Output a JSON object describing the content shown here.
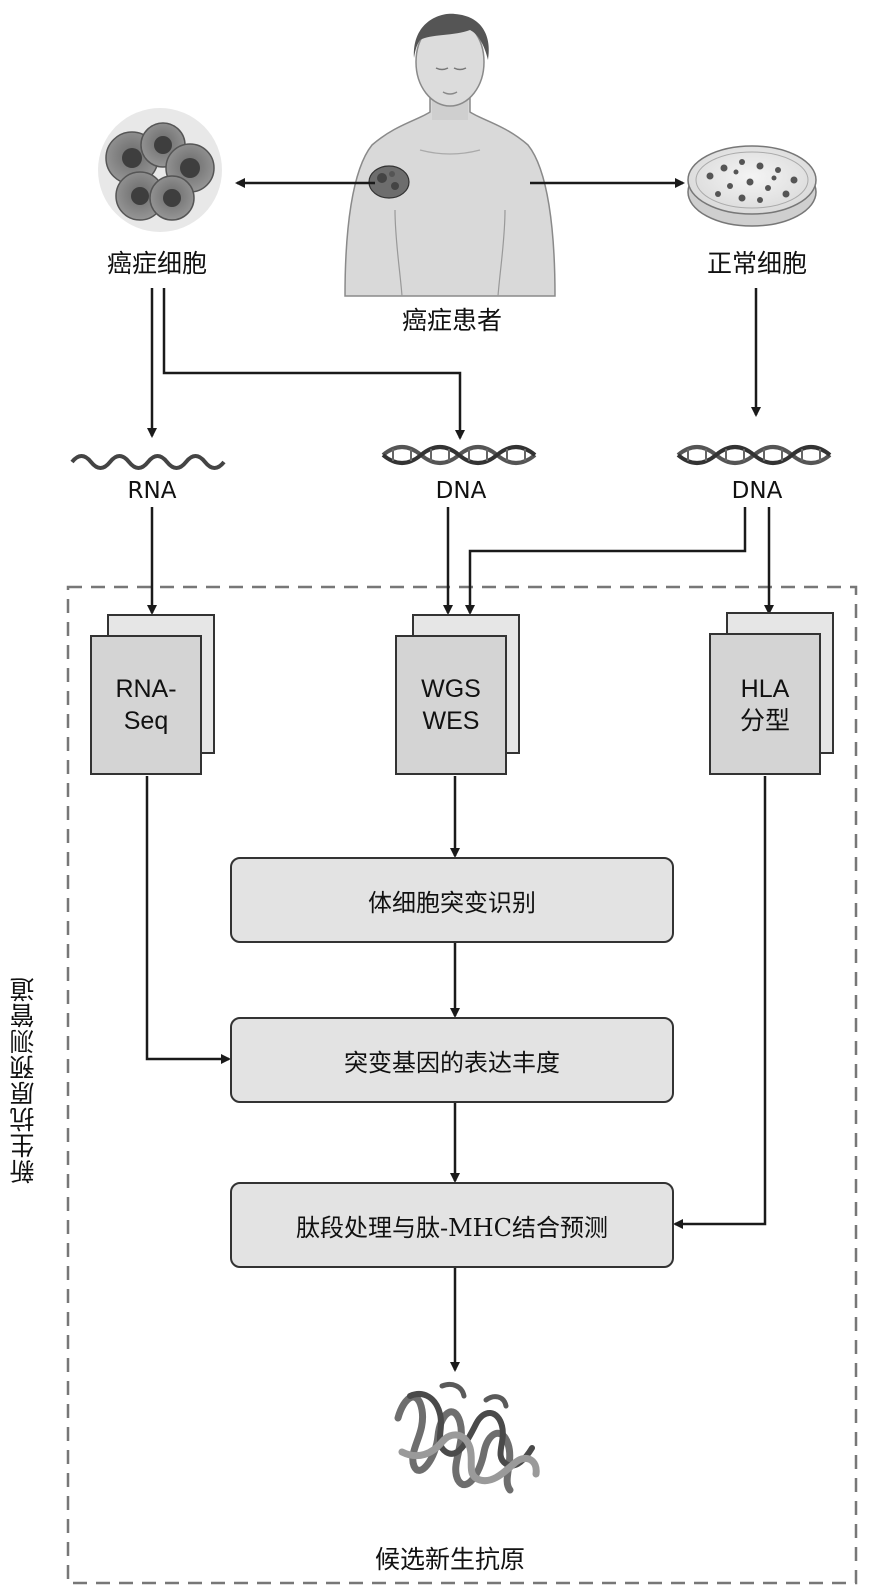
{
  "patient": {
    "label": "癌症患者",
    "icon": "human-figure-icon"
  },
  "cancer_cells": {
    "label": "癌症细胞",
    "icon": "cancer-cell-cluster-icon"
  },
  "normal_cells": {
    "label": "正常细胞",
    "icon": "petri-dish-icon"
  },
  "molecules": {
    "rna": {
      "label": "RNA",
      "icon": "rna-wave-icon"
    },
    "dna_tumor": {
      "label": "DNA",
      "icon": "dna-helix-icon"
    },
    "dna_normal": {
      "label": "DNA",
      "icon": "dna-helix-icon"
    }
  },
  "pipeline": {
    "title": "新生抗原预测管道",
    "docs": {
      "rna_seq": "RNA-\nSeq",
      "wgs_wes": "WGS\nWES",
      "hla": "HLA\n分型"
    },
    "steps": [
      "体细胞突变识别",
      "突变基因的表达丰度",
      "肽段处理与肽-MHC结合预测"
    ],
    "output": {
      "label": "候选新生抗原",
      "icon": "peptide-chain-icon"
    }
  },
  "colors": {
    "box_fill": "#e3e3e3",
    "doc_fill": "#d4d4d4",
    "line": "#1a1a1a",
    "dash": "#777777"
  }
}
